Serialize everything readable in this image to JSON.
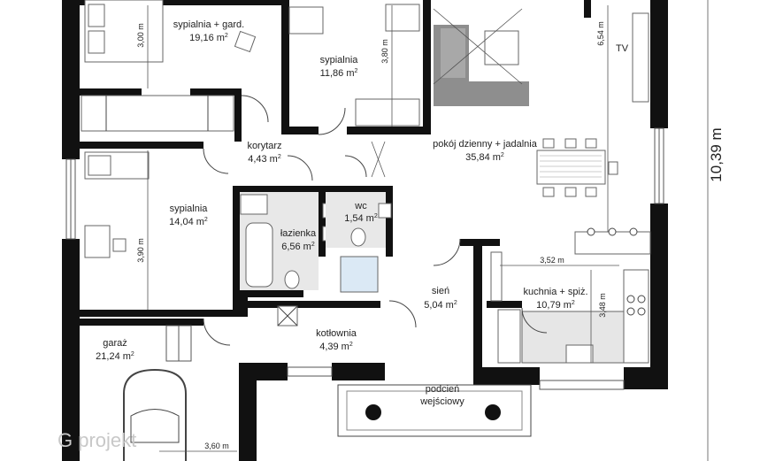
{
  "rooms": [
    {
      "name": "sypialnia + gard.",
      "area": "19,16 m",
      "dim": "3,00 m"
    },
    {
      "name": "sypialnia",
      "area": "11,86 m",
      "dim": "3,80 m"
    },
    {
      "name": "pokój dzienny + jadalnia",
      "area": "35,84 m",
      "dim": "6,54 m"
    },
    {
      "name": "korytarz",
      "area": "4,43 m"
    },
    {
      "name": "wc",
      "area": "1,54 m"
    },
    {
      "name": "sypialnia",
      "area": "14,04 m",
      "dim": "3,90 m"
    },
    {
      "name": "łazienka",
      "area": "6,56 m"
    },
    {
      "name": "kuchnia + spiż.",
      "area": "10,79 m",
      "dim_h": "3,52 m",
      "dim_v": "3,48 m"
    },
    {
      "name": "sień",
      "area": "5,04 m"
    },
    {
      "name": "kotłownia",
      "area": "4,39 m"
    },
    {
      "name": "garaż",
      "area": "21,24 m",
      "dim": "3,60 m"
    },
    {
      "name": "podcień",
      "name2": "wejściowy"
    }
  ],
  "area_unit_superscript": "2",
  "tv_label": "TV",
  "overall_dim": "10,39 m",
  "watermark": "G projekt"
}
